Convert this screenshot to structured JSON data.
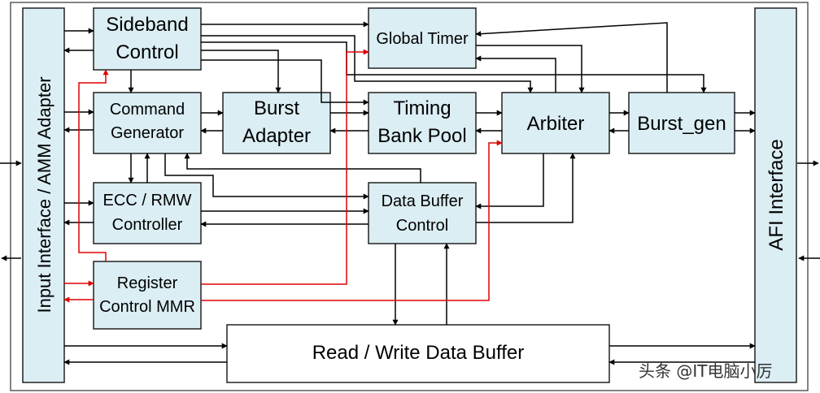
{
  "blocks": {
    "input_interface": "Input Interface / AMM Adapter",
    "afi_interface": "AFI  Interface",
    "sideband_control": [
      "Sideband",
      "Control"
    ],
    "command_generator": [
      "Command",
      "Generator"
    ],
    "burst_adapter": [
      "Burst",
      "Adapter"
    ],
    "global_timer": "Global Timer",
    "timing_bank_pool": [
      "Timing",
      "Bank Pool"
    ],
    "arbiter": "Arbiter",
    "burst_gen": "Burst_gen",
    "ecc_rmw_controller": [
      "ECC / RMW",
      "Controller"
    ],
    "data_buffer_control": [
      "Data Buffer",
      "Control"
    ],
    "register_control_mmr": [
      "Register",
      "Control MMR"
    ],
    "rw_data_buffer": "Read / Write Data Buffer"
  },
  "watermark": "头条 @IT电脑小厉",
  "colors": {
    "block_fill": "#dbeef4",
    "block_stroke": "#222222",
    "signal_line": "#000000",
    "register_path": "#e00000"
  }
}
